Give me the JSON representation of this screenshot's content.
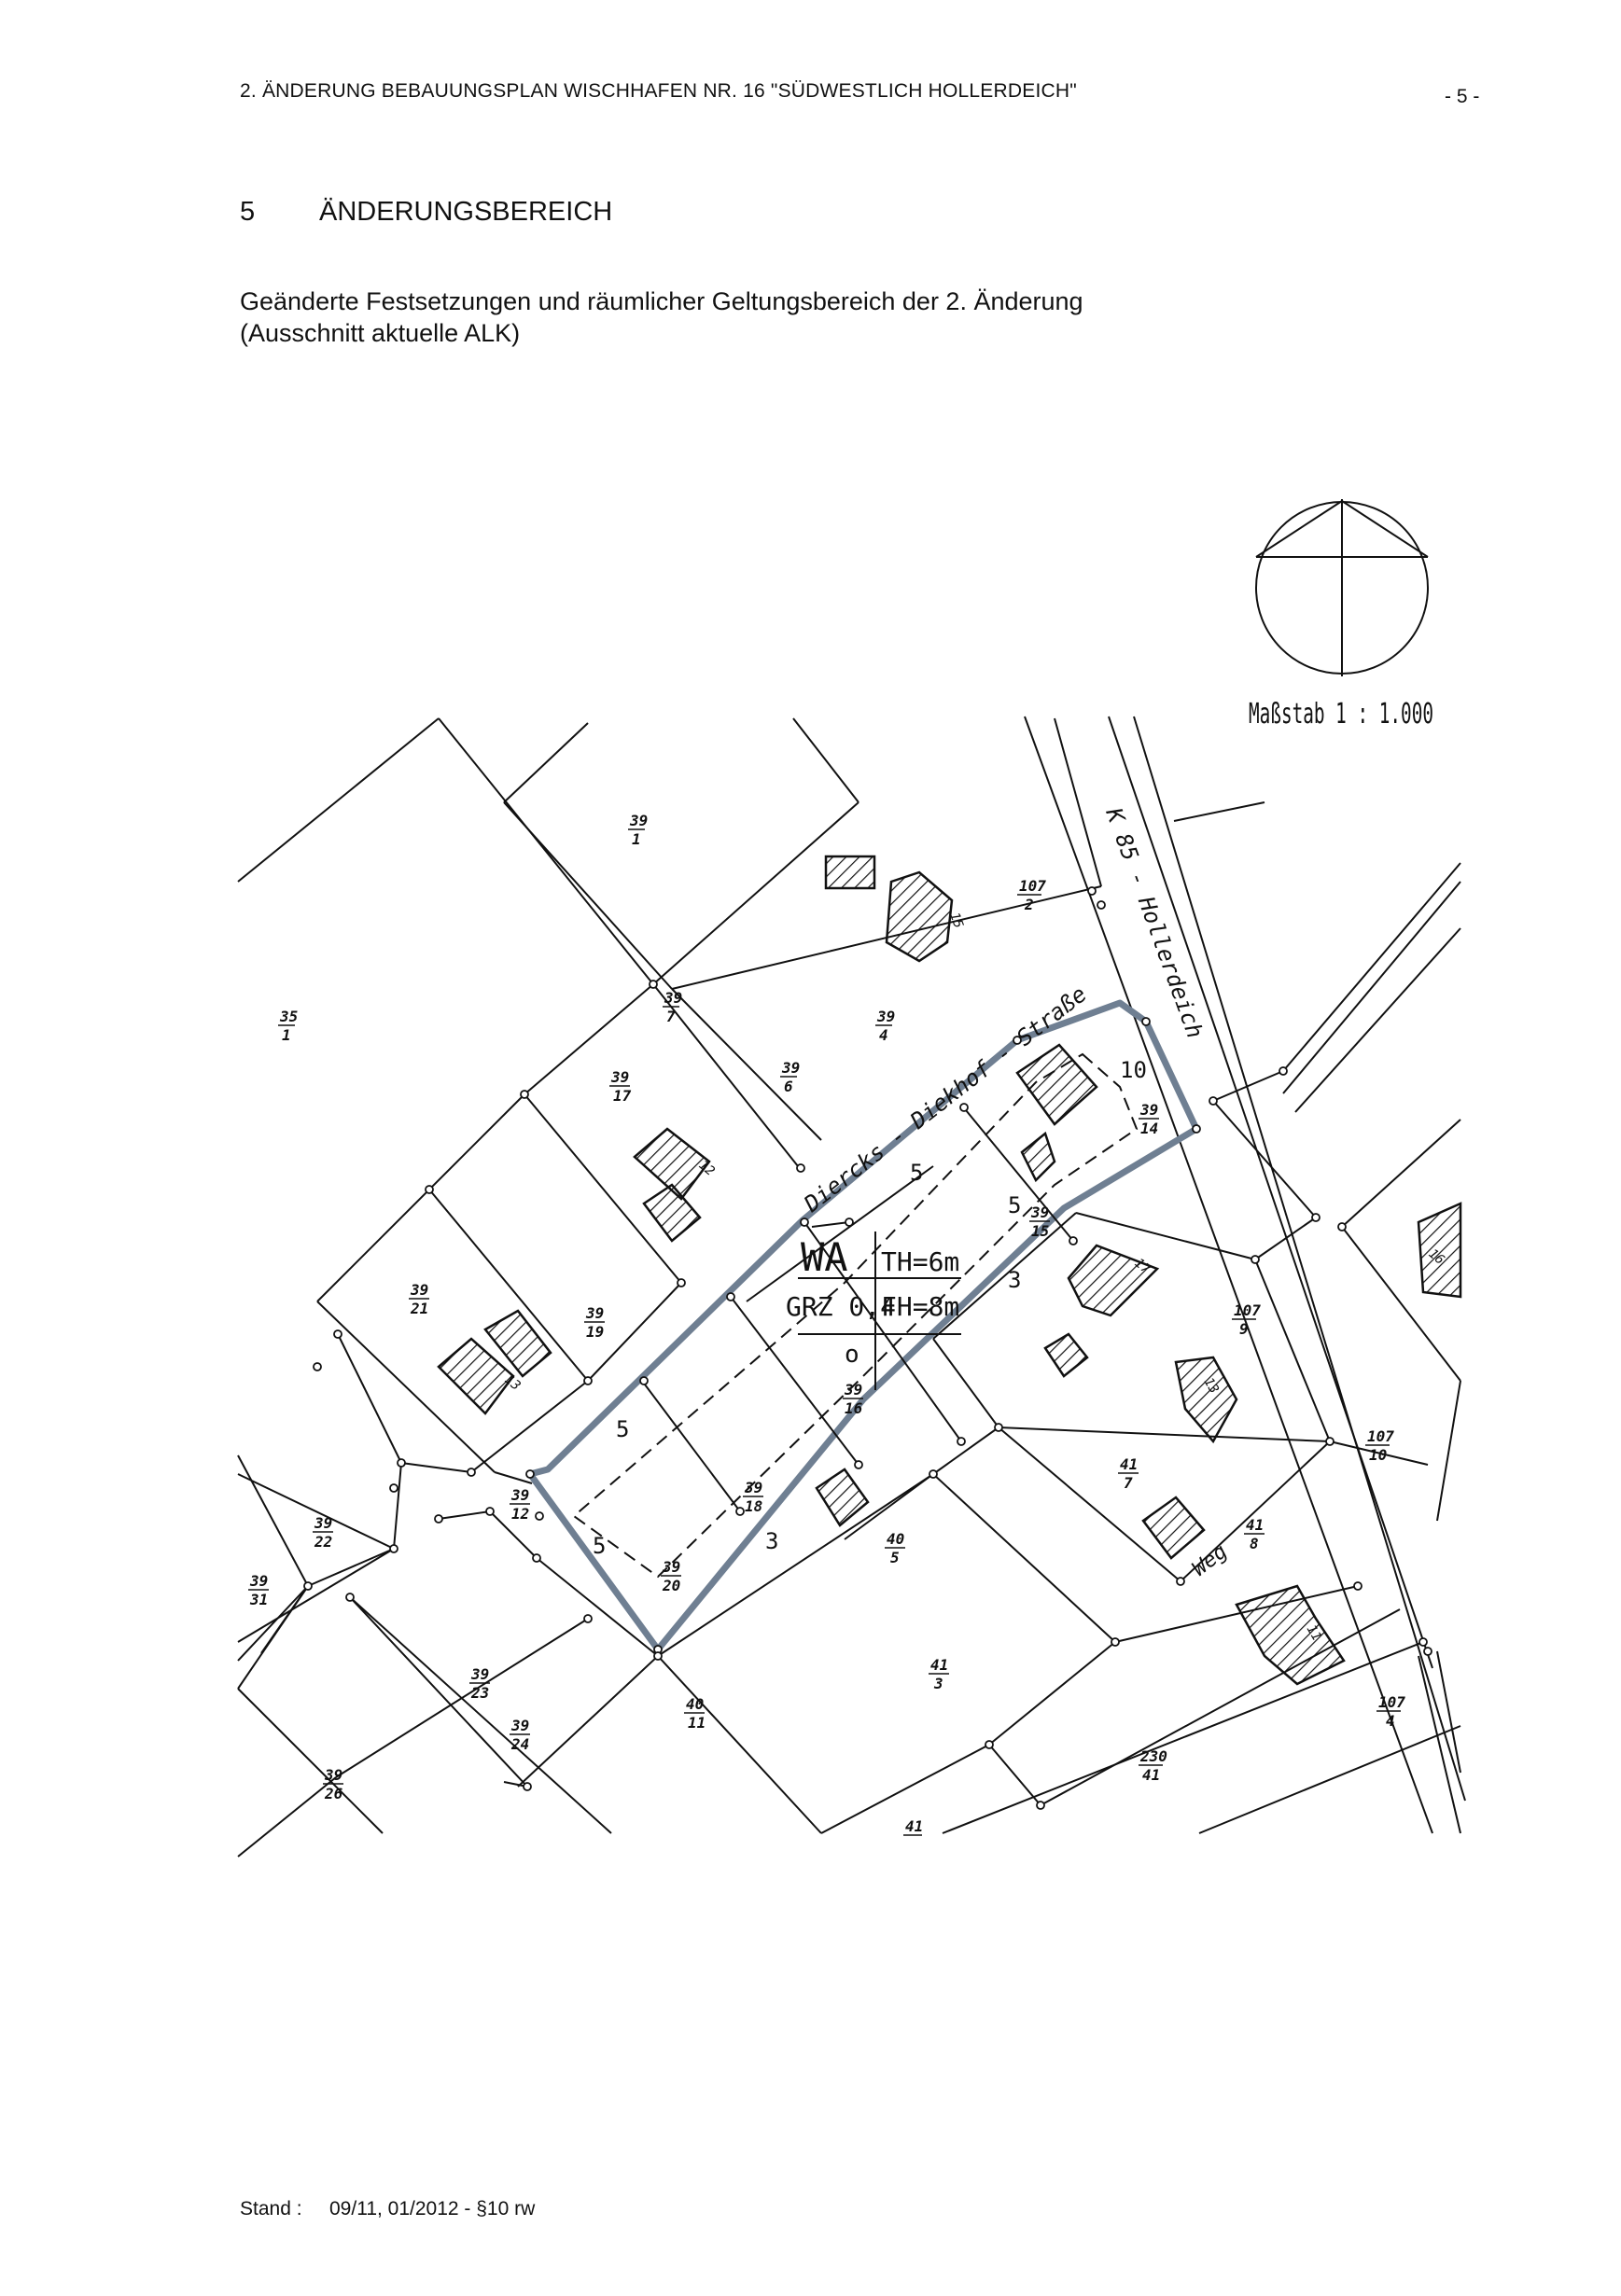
{
  "header": {
    "title": "2. ÄNDERUNG BEBAUUNGSPLAN WISCHHAFEN NR. 16 \"SÜDWESTLICH HOLLERDEICH\"",
    "page_number": "- 5 -"
  },
  "section": {
    "number": "5",
    "title": "ÄNDERUNGSBEREICH"
  },
  "intro": {
    "line1": "Geänderte Festsetzungen und räumlicher Geltungsbereich der 2. Änderung",
    "line2": "(Ausschnitt  aktuelle ALK)"
  },
  "map": {
    "scale": "Maßstab  1 : 1.000",
    "streets": {
      "main": "K 85 - Hollerdeich",
      "side": "Diercks - Diekhof - Straße",
      "path": "Weg"
    },
    "zoning": {
      "area": "WA",
      "grz": "GRZ  0,4",
      "th": "TH=6m",
      "fh": "FH=8m",
      "bauweise": "o"
    },
    "distances": [
      "5",
      "5",
      "5",
      "5",
      "3",
      "3",
      "10"
    ],
    "parcels": [
      {
        "top": "39",
        "bottom": "1"
      },
      {
        "top": "35",
        "bottom": "1"
      },
      {
        "top": "39",
        "bottom": "7"
      },
      {
        "top": "39",
        "bottom": "4"
      },
      {
        "top": "39",
        "bottom": "6"
      },
      {
        "top": "39",
        "bottom": "17"
      },
      {
        "top": "107",
        "bottom": "2"
      },
      {
        "top": "39",
        "bottom": "14"
      },
      {
        "top": "39",
        "bottom": "15"
      },
      {
        "top": "39",
        "bottom": "21"
      },
      {
        "top": "39",
        "bottom": "19"
      },
      {
        "top": "39",
        "bottom": "16"
      },
      {
        "top": "107",
        "bottom": "9"
      },
      {
        "top": "39",
        "bottom": "12"
      },
      {
        "top": "39",
        "bottom": "18"
      },
      {
        "top": "39",
        "bottom": "22"
      },
      {
        "top": "39",
        "bottom": "31"
      },
      {
        "top": "39",
        "bottom": "20"
      },
      {
        "top": "40",
        "bottom": "5"
      },
      {
        "top": "41",
        "bottom": "7"
      },
      {
        "top": "41",
        "bottom": "8"
      },
      {
        "top": "107",
        "bottom": "10"
      },
      {
        "top": "39",
        "bottom": "23"
      },
      {
        "top": "39",
        "bottom": "24"
      },
      {
        "top": "40",
        "bottom": "11"
      },
      {
        "top": "41",
        "bottom": "3"
      },
      {
        "top": "39",
        "bottom": "26"
      },
      {
        "top": "230",
        "bottom": "41"
      },
      {
        "top": "107",
        "bottom": "4"
      },
      {
        "top": "41",
        "bottom": ""
      }
    ],
    "house_numbers": [
      "15",
      "12",
      "17",
      "13",
      "11",
      "13",
      "16"
    ]
  },
  "footer": {
    "label": "Stand :",
    "value": "09/11, 01/2012  -  §10  rw"
  }
}
